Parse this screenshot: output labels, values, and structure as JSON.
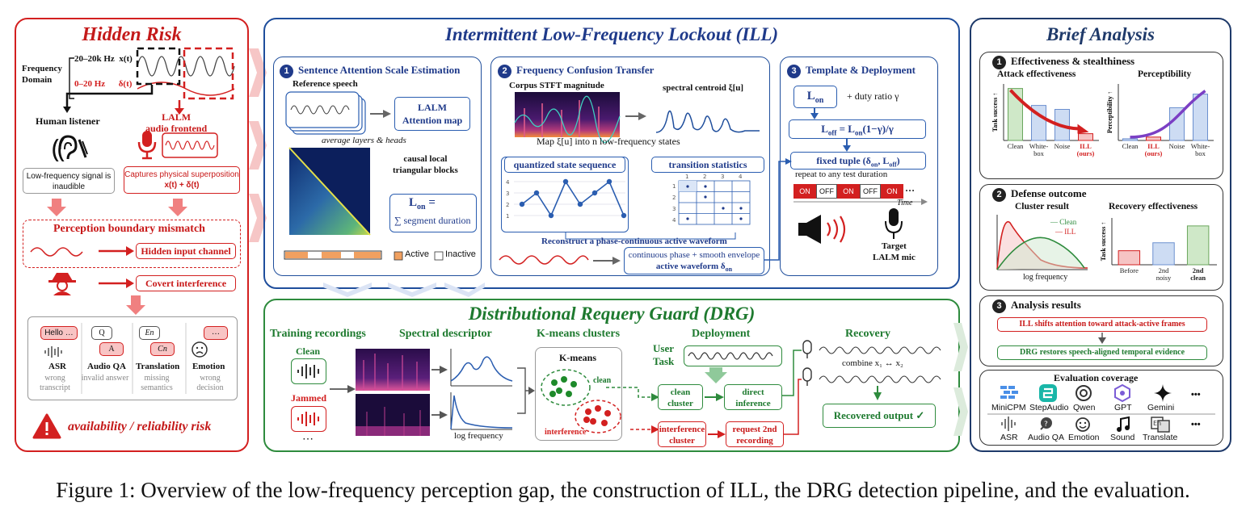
{
  "hidden_risk": {
    "title": "Hidden Risk",
    "freq_domain": "Frequency\nDomain",
    "band_high": "20–20k Hz",
    "band_high_sym": "x(t)",
    "band_low": "0–20 Hz",
    "band_low_sym": "δ(t)",
    "human_listener": "Human listener",
    "lalm_frontend_1": "LALM",
    "lalm_frontend_2": "audio frontend",
    "human_note": "Low-frequency signal is inaudible",
    "lalm_note_1": "Captures physical superposition",
    "lalm_note_2": "x(t) + δ(t)",
    "mismatch": "Perception boundary mismatch",
    "hidden_channel": "Hidden input channel",
    "covert": "Covert interference",
    "tasks": [
      {
        "bubble1": "Hello …",
        "name": "ASR",
        "effect": "wrong transcript"
      },
      {
        "bubble1": "Q",
        "bubble2": "A",
        "name": "Audio QA",
        "effect": "invalid answer"
      },
      {
        "bubble1": "En",
        "bubble2": "Cn",
        "name": "Translation",
        "effect": "missing semantics"
      },
      {
        "bubble1": "…",
        "name": "Emotion",
        "effect": "wrong decision"
      }
    ],
    "risk": "availability / reliability risk"
  },
  "ill": {
    "title": "Intermittent Low-Frequency Lockout (ILL)",
    "s1": {
      "num": "1",
      "title": "Sentence Attention Scale Estimation",
      "ref": "Reference speech",
      "attn_1": "LALM",
      "attn_2": "Attention map",
      "avg": "average layers & heads",
      "causal_1": "causal local",
      "causal_2": "triangular blocks",
      "lon": "L",
      "lon_sub": "on",
      "lon_eq": " =",
      "sum": "∑ segment duration",
      "active": "Active",
      "inactive": "Inactive"
    },
    "s2": {
      "num": "2",
      "title": "Frequency Confusion Transfer",
      "corpus": "Corpus STFT magnitude",
      "centroid": "spectral centroid ξ[u]",
      "map": "Map ξ[u] into n low-frequency states",
      "quantized": "quantized state sequence",
      "transition": "transition statistics",
      "reconstruct": "Reconstruct a phase-continuous active waveform",
      "wave_1": "continuous phase + smooth envelope",
      "wave_2": "active waveform δ",
      "wave_2_sub": "on"
    },
    "s3": {
      "num": "3",
      "title": "Template & Deployment",
      "lon": "L",
      "lon_sub": "on",
      "duty": "+ duty ratio γ",
      "loff": "L",
      "loff_sub": "off",
      "loff_eq": " = L",
      "loff_eq_sub": "on",
      "loff_eq_tail": "(1−γ)/γ",
      "tuple": "fixed tuple  (δ",
      "tuple_sub1": "on",
      "tuple_mid": ", L",
      "tuple_sub2": "off",
      "tuple_end": ")",
      "repeat": "repeat to any test duration",
      "on": "ON",
      "off": "OFF",
      "time": "Time",
      "target_1": "Target",
      "target_2": "LALM mic"
    }
  },
  "drg": {
    "title": "Distributional Requery Guard (DRG)",
    "training": "Training recordings",
    "clean": "Clean",
    "jammed": "Jammed",
    "dots": "⋯",
    "spectral": "Spectral descriptor",
    "logfreq": "log frequency",
    "kmeans_title": "K-means clusters",
    "kmeans": "K-means",
    "clean_lbl": "clean",
    "interf_lbl": "interference",
    "deployment": "Deployment",
    "user_1": "User",
    "user_2": "Task",
    "clean_cluster_1": "clean",
    "clean_cluster_2": "cluster",
    "direct_1": "direct",
    "direct_2": "inference",
    "interf_cluster_1": "interference",
    "interf_cluster_2": "cluster",
    "request_1": "request 2nd",
    "request_2": "recording",
    "recovery": "Recovery",
    "combine": "combine x₁ ↔ x₂",
    "recovered": "Recovered output ✓"
  },
  "brief": {
    "title": "Brief Analysis",
    "s1": {
      "num": "1",
      "title": "Effectiveness & stealthiness",
      "attack": "Attack effectiveness",
      "percept": "Perceptibility",
      "ylabel1": "Task success ↑",
      "ylabel2": "Perceptibility ↑",
      "cats1": [
        "Clean",
        "White-box",
        "Noise",
        "ILL (ours)"
      ],
      "cats2": [
        "Clean",
        "ILL (ours)",
        "Noise",
        "White-box"
      ]
    },
    "s2": {
      "num": "2",
      "title": "Defense outcome",
      "cluster": "Cluster result",
      "legend_clean": "— Clean",
      "legend_ill": "— ILL",
      "xlabel": "log frequency",
      "recovery": "Recovery effectiveness",
      "ylabel": "Task success ↑",
      "cats": [
        "Before",
        "2nd noisy",
        "2nd clean"
      ]
    },
    "s3": {
      "num": "3",
      "title": "Analysis results",
      "r1": "ILL shifts attention toward attack-active frames",
      "r2": "DRG restores speech-aligned temporal evidence"
    },
    "coverage": {
      "title": "Evaluation coverage",
      "models": [
        "MiniCPM",
        "StepAudio",
        "Qwen",
        "GPT",
        "Gemini",
        "•••"
      ],
      "tasks": [
        "ASR",
        "Audio QA",
        "Emotion",
        "Sound",
        "Translate",
        "•••"
      ]
    }
  },
  "chart_data": [
    {
      "type": "bar",
      "title": "Attack effectiveness",
      "ylabel": "Task success ↑",
      "categories": [
        "Clean",
        "White-box",
        "Noise",
        "ILL (ours)"
      ],
      "values": [
        0.92,
        0.62,
        0.55,
        0.12
      ]
    },
    {
      "type": "bar",
      "title": "Perceptibility",
      "ylabel": "Perceptibility ↑",
      "categories": [
        "Clean",
        "ILL (ours)",
        "Noise",
        "White-box"
      ],
      "values": [
        0.03,
        0.06,
        0.58,
        0.82
      ]
    },
    {
      "type": "bar",
      "title": "Recovery effectiveness",
      "ylabel": "Task success ↑",
      "categories": [
        "Before",
        "2nd noisy",
        "2nd clean"
      ],
      "values": [
        0.3,
        0.47,
        0.83
      ]
    }
  ],
  "caption": "Figure 1: Overview of the low-frequency perception gap, the construction of ILL, the DRG detection pipeline, and the evaluation."
}
